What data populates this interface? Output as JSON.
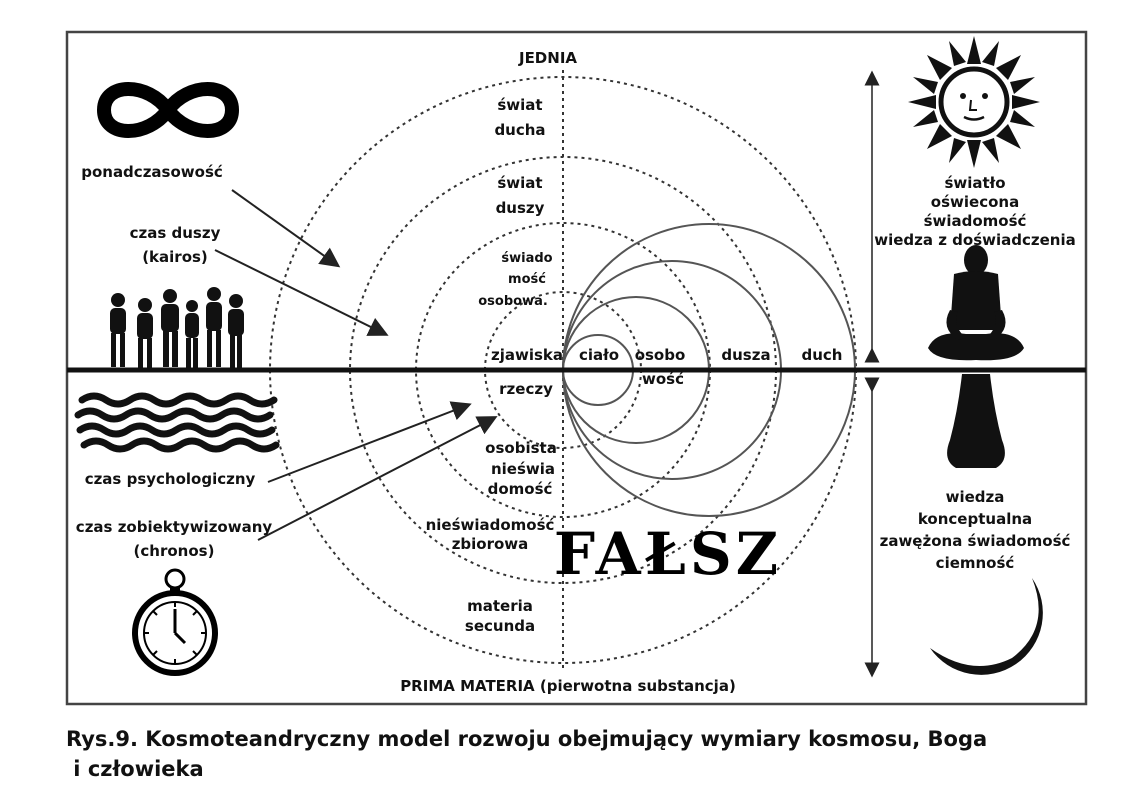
{
  "diagram": {
    "top_label": "JEDNIA",
    "bottom_label": "PRIMA MATERIA (pierwotna substancja)",
    "falsz": "FAŁSZ",
    "inner_labels": {
      "swiat_ducha": [
        "świat",
        "ducha"
      ],
      "swiat_duszy": [
        "świat",
        "duszy"
      ],
      "swiadomosc_osobowa": [
        "świado",
        "mość",
        "osobowa."
      ],
      "zjawiska": "zjawiska",
      "rzeczy": "rzeczy",
      "cialo": "ciało",
      "osobowosc": [
        "osobo",
        "wość"
      ],
      "dusza": "dusza",
      "duch": "duch",
      "osobista_nieswiadomosc": [
        "osobista",
        "nieświa",
        "domość"
      ],
      "nieswiadomosc_zbiorowa": [
        "nieświadomość",
        "zbiorowa"
      ],
      "materia_secunda": [
        "materia",
        "secunda"
      ]
    },
    "left_labels": {
      "ponadczasowosc": "ponadczasowość",
      "czas_duszy": [
        "czas duszy",
        "(kairos)"
      ],
      "czas_psychologiczny": "czas psychologiczny",
      "czas_zobiektywizowany": [
        "czas zobiektywizowany",
        "(chronos)"
      ]
    },
    "right_labels": {
      "upper": [
        "światło",
        "oświecona",
        "świadomość",
        "wiedza z doświadczenia"
      ],
      "lower": [
        "wiedza",
        "konceptualna",
        "zawężona świadomość",
        "ciemność"
      ]
    },
    "icons": {
      "infinity": "infinity-icon",
      "people": "people-silhouettes-icon",
      "clock": "pocket-watch-icon",
      "sun": "sun-face-icon",
      "meditator": "meditating-figure-icon",
      "moon": "crescent-moon-icon"
    }
  },
  "caption": [
    "Rys.9. Kosmoteandryczny model rozwoju obejmujący wymiary kosmosu, Boga",
    " i człowieka"
  ]
}
